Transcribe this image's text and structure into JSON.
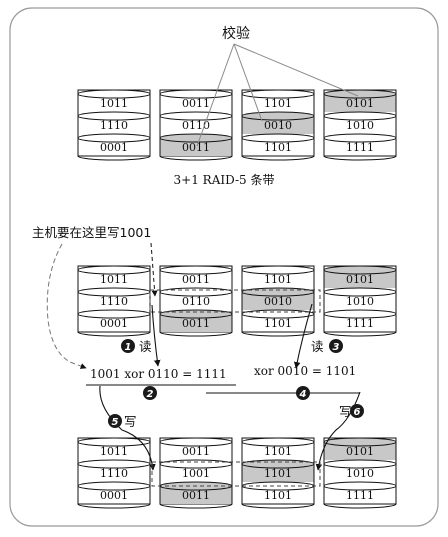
{
  "colors": {
    "frame": "#9a9a9a",
    "shaded": "#c8c8c8",
    "disk_fill": "#ffffff",
    "ink": "#111111",
    "badge": "#1a1a1a",
    "label_line": "#8a8a8a"
  },
  "top": {
    "verify_label": "校验",
    "caption": "3+1 RAID-5 条带",
    "disks": [
      {
        "cells": [
          "1011",
          "1110",
          "0001"
        ],
        "shaded": [
          false,
          false,
          false
        ]
      },
      {
        "cells": [
          "0011",
          "0110",
          "0011"
        ],
        "shaded": [
          false,
          false,
          true
        ]
      },
      {
        "cells": [
          "1101",
          "0010",
          "1101"
        ],
        "shaded": [
          false,
          true,
          false
        ]
      },
      {
        "cells": [
          "0101",
          "1010",
          "1111"
        ],
        "shaded": [
          true,
          false,
          false
        ]
      }
    ]
  },
  "middle": {
    "host_label": "主机要在这里写1001",
    "disks": [
      {
        "cells": [
          "1011",
          "1110",
          "0001"
        ],
        "shaded": [
          false,
          false,
          false
        ]
      },
      {
        "cells": [
          "0011",
          "0110",
          "0011"
        ],
        "shaded": [
          false,
          false,
          true
        ]
      },
      {
        "cells": [
          "1101",
          "0010",
          "1101"
        ],
        "shaded": [
          false,
          true,
          false
        ]
      },
      {
        "cells": [
          "0101",
          "1010",
          "1111"
        ],
        "shaded": [
          true,
          false,
          false
        ]
      }
    ],
    "read_label_left": "读",
    "read_label_right": "读",
    "formula_left": "1001 xor 0110 = 1111",
    "formula_right": "xor 0010 = 1101",
    "write_label_left": "写",
    "write_label_right": "写",
    "steps": [
      "1",
      "2",
      "3",
      "4",
      "5",
      "6"
    ]
  },
  "bottom": {
    "disks": [
      {
        "cells": [
          "1011",
          "1110",
          "0001"
        ],
        "shaded": [
          false,
          false,
          false
        ]
      },
      {
        "cells": [
          "0011",
          "1001",
          "0011"
        ],
        "shaded": [
          false,
          false,
          true
        ]
      },
      {
        "cells": [
          "1101",
          "1101",
          "1101"
        ],
        "shaded": [
          false,
          true,
          false
        ]
      },
      {
        "cells": [
          "0101",
          "1010",
          "1111"
        ],
        "shaded": [
          true,
          false,
          false
        ]
      }
    ]
  }
}
